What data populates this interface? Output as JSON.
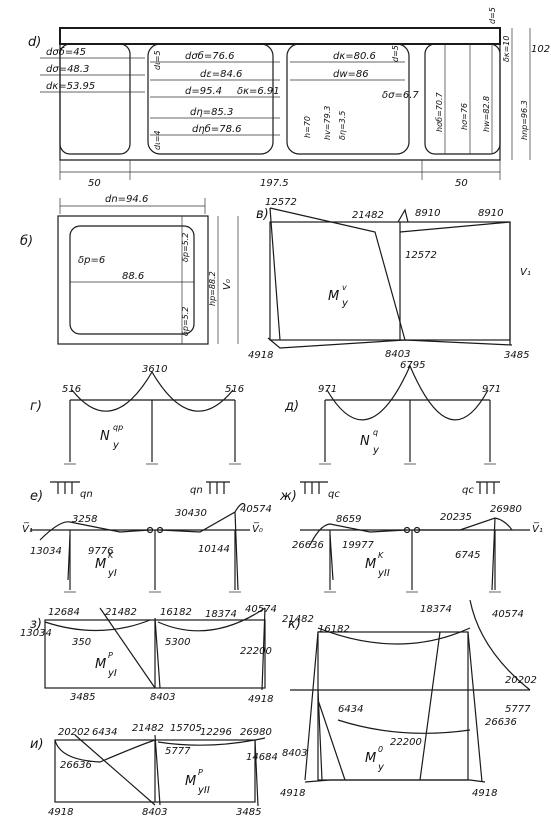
{
  "panel_labels": {
    "d": "d)",
    "b": "б)",
    "v": "в)",
    "g": "г)",
    "dd": "д)",
    "e": "е)",
    "zh": "ж)",
    "z": "з)",
    "i": "и)",
    "k": "к)"
  },
  "section_d": {
    "dims_left": [
      "dσб=45",
      "dσ=48.3",
      "dκ=53.95"
    ],
    "dims_mid": [
      "dσб=76.6",
      "dε=84.6",
      "d=95.4",
      "δκ=6.91",
      "dη=85.3",
      "dηб=78.6"
    ],
    "dims_mid_vert": [
      "dι=5",
      "dι=4"
    ],
    "dims_right": [
      "dκ=80.6",
      "dw=86",
      "δσ=6.7",
      "d=5",
      "δη=3.5"
    ],
    "dims_box2_vert": [
      "h=70",
      "hv=79.3"
    ],
    "dims_vert_right": [
      "hσб=70.7",
      "hσ=76",
      "hw=82.8",
      "δκ=10",
      "hnp=96.3",
      "d=5",
      "102"
    ],
    "bottom": [
      "50",
      "197.5",
      "50"
    ]
  },
  "section_b": {
    "dn": "dn=94.6",
    "dp": "δp=6",
    "width": "88.6",
    "dp_top": "δp=5.2",
    "dp_bot": "δp=5.2",
    "hp": "hp=88.2",
    "v0": "V₀"
  },
  "section_v": {
    "v1": "V₁",
    "labels": [
      "12572",
      "21482",
      "8910",
      "8910",
      "12572",
      "4918",
      "8403",
      "3485"
    ],
    "name": "M",
    "sup": "v",
    "sub": "y"
  },
  "section_g": {
    "labels": [
      "516",
      "3610",
      "516"
    ],
    "name": "N",
    "sup": "qp",
    "sub": "y"
  },
  "section_dd": {
    "labels": [
      "971",
      "6795",
      "971"
    ],
    "name": "N",
    "sup": "q",
    "sub": "y"
  },
  "section_e": {
    "q": "qn",
    "labels": [
      "3258",
      "30430",
      "40574",
      "13034",
      "9776",
      "10144"
    ],
    "v1": "V̅₁",
    "v0": "V̅₀",
    "name": "M",
    "sup": "K",
    "sub": "yI"
  },
  "section_zh": {
    "q": "qc",
    "labels": [
      "8659",
      "20235",
      "26980",
      "26636",
      "19977",
      "6745"
    ],
    "v1": "V̅₁",
    "name": "M",
    "sup": "K",
    "sub": "yII"
  },
  "section_z": {
    "labels": [
      "12684",
      "21482",
      "16182",
      "18374",
      "40574",
      "350",
      "5300",
      "22200",
      "13034",
      "3485",
      "8403",
      "4918"
    ],
    "name": "M",
    "sup": "P",
    "sub": "yI"
  },
  "section_i": {
    "labels": [
      "20202",
      "6434",
      "21482",
      "15705",
      "12296",
      "26980",
      "5777",
      "14684",
      "26636",
      "4918",
      "8403",
      "3485"
    ],
    "name": "M",
    "sup": "P",
    "sub": "yII"
  },
  "section_k": {
    "labels": [
      "21482",
      "16182",
      "18374",
      "40574",
      "20202",
      "6434",
      "5777",
      "22200",
      "26636",
      "8403",
      "4918",
      "4918"
    ],
    "name": "M",
    "sup": "0",
    "sub": "y"
  }
}
